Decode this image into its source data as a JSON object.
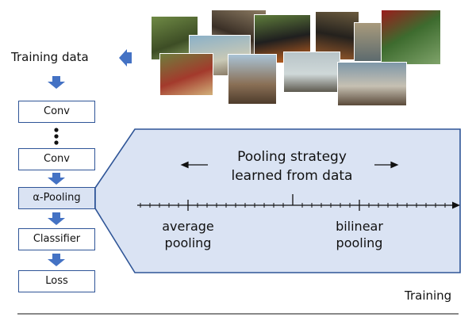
{
  "training_data_label": "Training data",
  "training_label": "Training",
  "pipeline": [
    {
      "label": "Conv"
    },
    {
      "label": "Conv"
    },
    {
      "label": "α-Pooling"
    },
    {
      "label": "Classifier"
    },
    {
      "label": "Loss"
    }
  ],
  "panel": {
    "title_line1": "Pooling strategy",
    "title_line2": "learned from data",
    "left_label_line1": "average",
    "left_label_line2": "pooling",
    "right_label_line1": "bilinear",
    "right_label_line2": "pooling"
  },
  "colors": {
    "accent": "#2f5597",
    "arrow": "#4472c4",
    "panel_fill": "#dae3f3",
    "panel_stroke": "#2f5597"
  }
}
